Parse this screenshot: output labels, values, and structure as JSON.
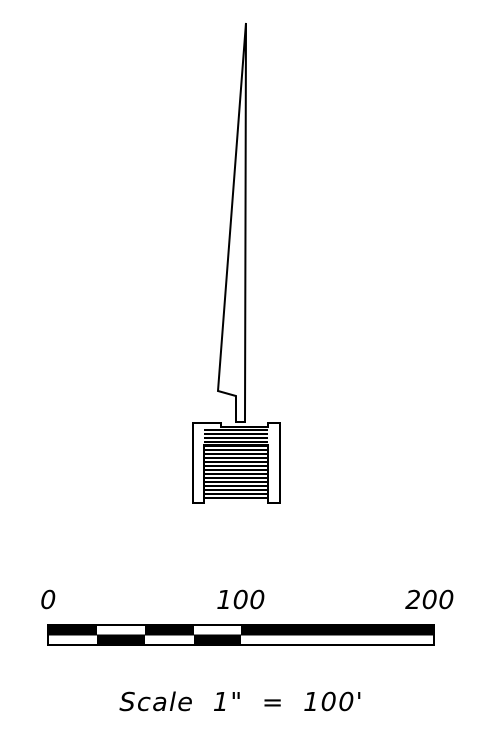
{
  "scale_bar": {
    "tick_0": "0",
    "tick_100": "100",
    "tick_200": "200",
    "caption": "Scale  1\"  =  100'"
  }
}
